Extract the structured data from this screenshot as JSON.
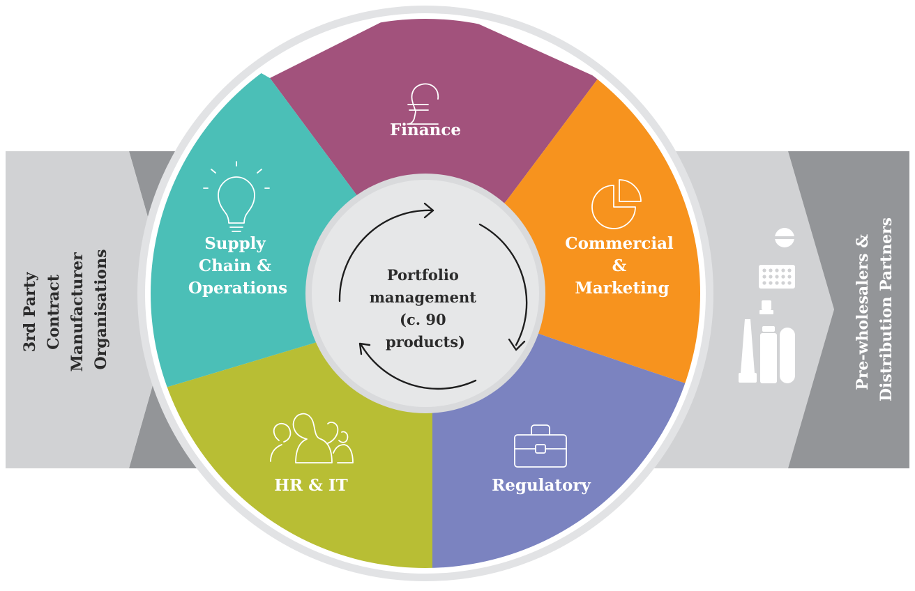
{
  "left_side": {
    "lines": [
      "3rd Party",
      "Contract",
      "Manufacturer",
      "Organisations"
    ]
  },
  "right_side": {
    "lines": [
      "Pre-wholesalers &",
      "Distribution Partners"
    ]
  },
  "segments": [
    {
      "id": "finance",
      "lines": [
        "Finance"
      ],
      "color": "#a2527c",
      "icon": "pound-icon"
    },
    {
      "id": "commercial",
      "lines": [
        "Commercial",
        "&",
        "Marketing"
      ],
      "color": "#f7931e",
      "icon": "pie-chart-icon"
    },
    {
      "id": "regulatory",
      "lines": [
        "Regulatory"
      ],
      "color": "#7b83c0",
      "icon": "briefcase-icon"
    },
    {
      "id": "hr-it",
      "lines": [
        "HR & IT"
      ],
      "color": "#b8be34",
      "icon": "people-icon"
    },
    {
      "id": "supply-chain",
      "lines": [
        "Supply",
        "Chain &",
        "Operations"
      ],
      "color": "#4bbfb7",
      "icon": "lightbulb-icon"
    }
  ],
  "center": {
    "lines": [
      "Portfolio",
      "management",
      "(c. 90",
      "products)"
    ]
  },
  "colors": {
    "side_panel_light": "#d1d2d4",
    "side_panel_dark": "#939598",
    "ring": "#e2e3e5",
    "center_fill": "#e6e7e8",
    "text_dark": "#2b2b2b"
  }
}
